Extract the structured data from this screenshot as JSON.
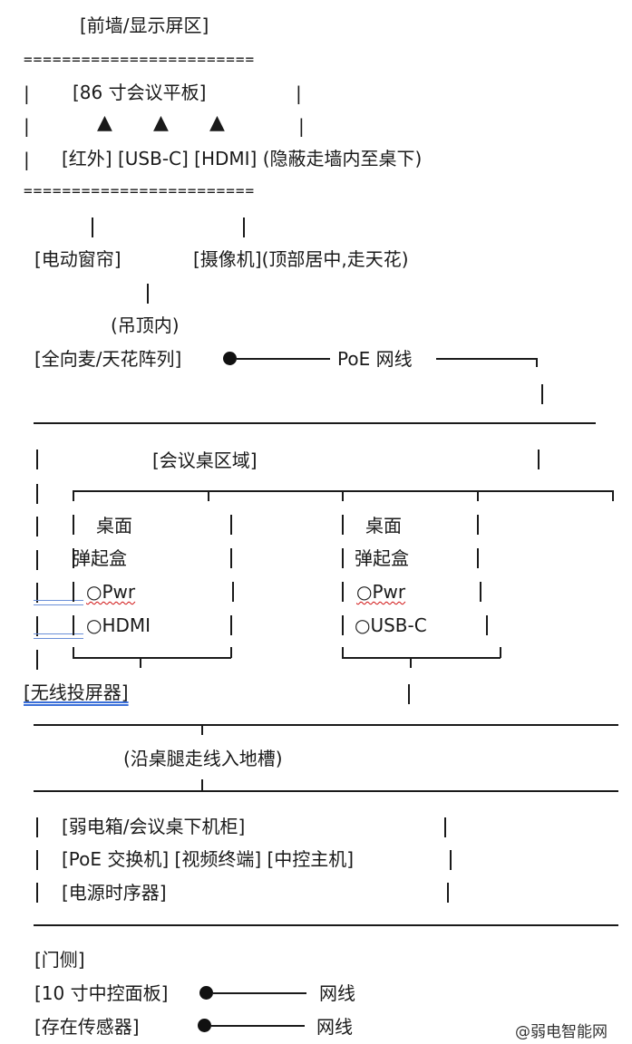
{
  "front_wall": {
    "title": "[前墙/显示屏区]",
    "separator": "========================",
    "panel": "[86 寸会议平板]",
    "triangle": "▲",
    "ports": "[红外] [USB-C] [HDMI] (隐蔽走墙内至桌下)"
  },
  "ceiling": {
    "curtain": "[电动窗帘]",
    "camera": "[摄像机](顶部居中,走天花)",
    "ceiling_note": "(吊顶内)",
    "mic": "[全向麦/天花阵列]",
    "poe_cable": "PoE 网线"
  },
  "table_area": {
    "title": "[会议桌区域]",
    "box_left": {
      "line1": "桌面",
      "line2": "弹起盒",
      "port1": "○Pwr",
      "port2": "○HDMI"
    },
    "box_right": {
      "line1": "桌面",
      "line2": "弹起盒",
      "port1": "○Pwr",
      "port2": "○USB-C"
    },
    "wireless": "[无线投屏器]"
  },
  "floor": {
    "note": "(沿桌腿走线入地槽)"
  },
  "cabinet": {
    "line1": "[弱电箱/会议桌下机柜]",
    "line2": "[PoE 交换机] [视频终端] [中控主机]",
    "line3": "[电源时序器]"
  },
  "door_side": {
    "title": "[门侧]",
    "panel": "[10 寸中控面板]",
    "sensor": "[存在传感器]",
    "cable": "网线"
  },
  "watermark": "@弱电智能网",
  "bar_char": "|"
}
